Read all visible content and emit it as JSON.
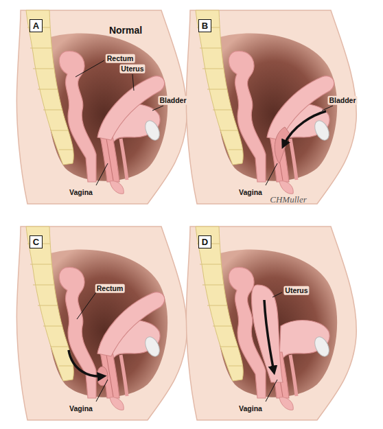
{
  "diagram": {
    "nodes": [
      {
        "text": [
          "A"
        ]
      },
      {
        "text": [
          "B"
        ]
      },
      {
        "text": [
          "C"
        ]
      },
      {
        "text": [
          "D"
        ]
      }
    ],
    "labels": [
      "Normal",
      "Rectum",
      "Uterus",
      "Bladder",
      "Vagina",
      "Bladder",
      "Vagina",
      "Rectum",
      "Vagina",
      "Uterus",
      "Vagina",
      "CHMuller"
    ]
  }
}
